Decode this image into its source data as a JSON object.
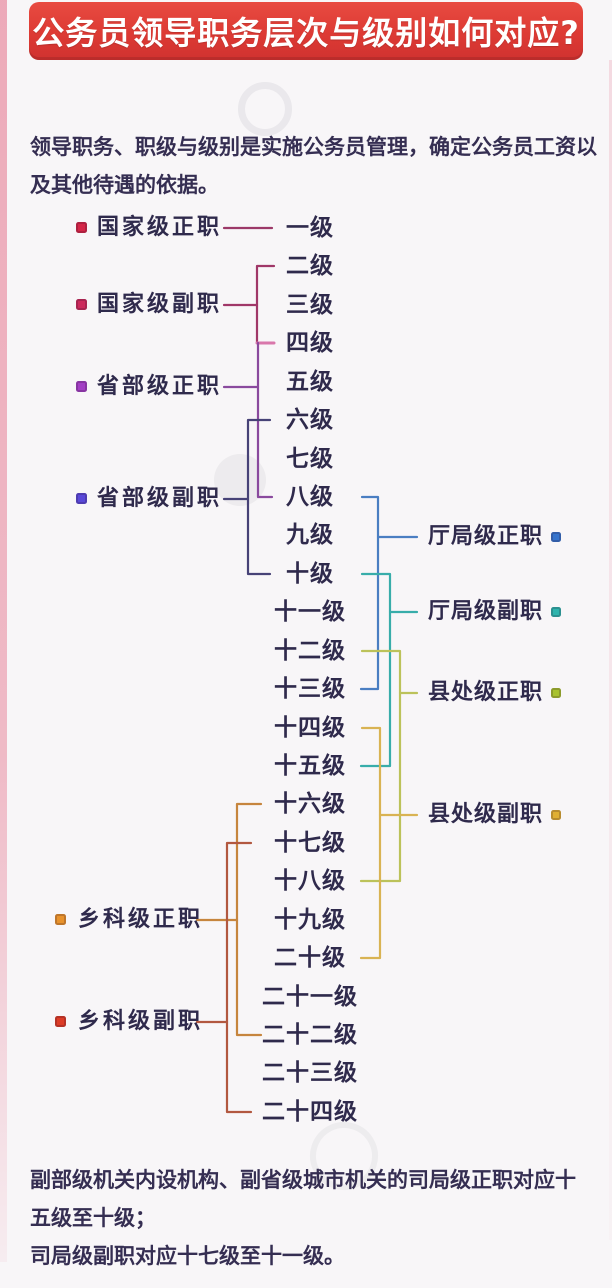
{
  "title": "公务员领导职务层次与级别如何对应?",
  "intro": "领导职务、职级与级别是实施公务员管理，确定公务员工资以及其他待遇的依据。",
  "footer": {
    "sentence1": "副部级机关内设机构、副省级城市机关的司局级正职对应十五级至十级；",
    "sentence2": "司局级副职对应十七级至十一级。"
  },
  "grades": [
    "一级",
    "二级",
    "三级",
    "四级",
    "五级",
    "六级",
    "七级",
    "八级",
    "九级",
    "十级",
    "十一级",
    "十二级",
    "十三级",
    "十四级",
    "十五级",
    "十六级",
    "十七级",
    "十八级",
    "十九级",
    "二十级",
    "二十一级",
    "二十二级",
    "二十三级",
    "二十四级"
  ],
  "positions": [
    {
      "id": "guojia-zheng",
      "label": "国家级正职",
      "side": "left",
      "from": "一级",
      "to": "一级",
      "square_color": "#d42547",
      "line_color": "#9c3968"
    },
    {
      "id": "guojia-fu",
      "label": "国家级副职",
      "side": "left",
      "from": "二级",
      "to": "四级",
      "square_color": "#cc2a5c",
      "line_color": "#a03768"
    },
    {
      "id": "shengbu-zheng",
      "label": "省部级正职",
      "side": "left",
      "from": "四级",
      "to": "八级",
      "square_color": "#a33fc4",
      "line_color": "#8a4a9e"
    },
    {
      "id": "shengbu-fu",
      "label": "省部级副职",
      "side": "left",
      "from": "六级",
      "to": "十级",
      "square_color": "#5948d8",
      "line_color": "#474277"
    },
    {
      "id": "tingju-zheng",
      "label": "厅局级正职",
      "side": "right",
      "from": "八级",
      "to": "十三级",
      "square_color": "#3573cc",
      "line_color": "#4a7ec2"
    },
    {
      "id": "tingju-fu",
      "label": "厅局级副职",
      "side": "right",
      "from": "十级",
      "to": "十五级",
      "square_color": "#2eb4ad",
      "line_color": "#38adaa"
    },
    {
      "id": "xianchu-zheng",
      "label": "县处级正职",
      "side": "right",
      "from": "十二级",
      "to": "十八级",
      "square_color": "#a8c22e",
      "line_color": "#bcc25a"
    },
    {
      "id": "xianchu-fu",
      "label": "县处级副职",
      "side": "right",
      "from": "十四级",
      "to": "二十级",
      "square_color": "#e0af33",
      "line_color": "#d9b353"
    },
    {
      "id": "xiangke-zheng",
      "label": "乡科级正职",
      "side": "left",
      "from": "十六级",
      "to": "二十二级",
      "square_color": "#e8922c",
      "line_color": "#c6853e"
    },
    {
      "id": "xiangke-fu",
      "label": "乡科级副职",
      "side": "left",
      "from": "十七级",
      "to": "二十四级",
      "square_color": "#dd3c26",
      "line_color": "#b25840"
    }
  ],
  "accent_colors": {
    "banner_red": "#dd3a34",
    "page_border_pink": "#eca6b6",
    "text_dark": "#352e52",
    "grade_tick_pink": "#d977ab"
  }
}
